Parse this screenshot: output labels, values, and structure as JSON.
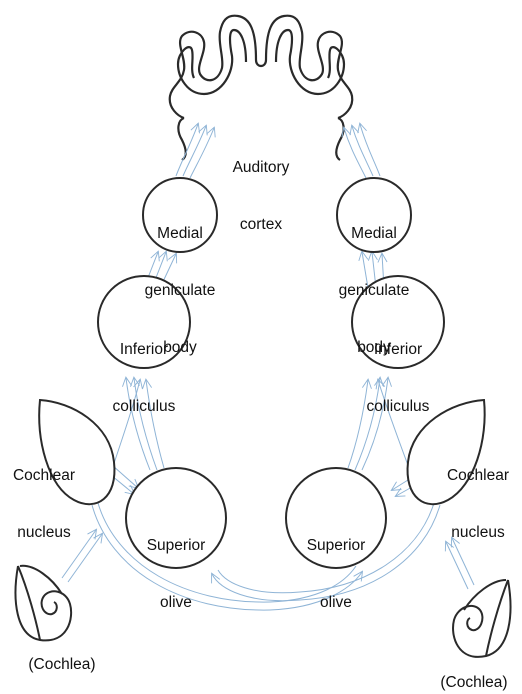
{
  "labels": {
    "auditory_cortex": [
      "Auditory",
      "cortex"
    ],
    "medial_geniculate_left": [
      "Medial",
      "geniculate",
      "body"
    ],
    "medial_geniculate_right": [
      "Medial",
      "geniculate",
      "body"
    ],
    "inferior_colliculus_left": [
      "Inferior",
      "colliculus"
    ],
    "inferior_colliculus_right": [
      "Inferior",
      "colliculus"
    ],
    "cochlear_nucleus_left": [
      "Cochlear",
      "nucleus"
    ],
    "cochlear_nucleus_right": [
      "Cochlear",
      "nucleus"
    ],
    "superior_olive_left": [
      "Superior",
      "olive"
    ],
    "superior_olive_right": [
      "Superior",
      "olive"
    ],
    "cochlea_left": "(Cochlea)",
    "cochlea_right": "(Cochlea)"
  },
  "colors": {
    "outline": "#2a2a2a",
    "pathway": "#8fb4d6"
  }
}
